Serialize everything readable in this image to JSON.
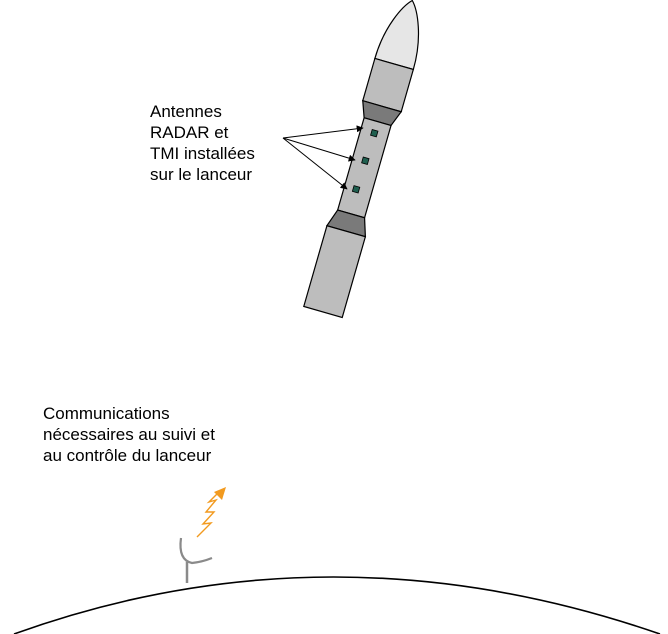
{
  "labels": {
    "antenna_lines": [
      "Antennes",
      "RADAR et",
      "TMI installées",
      "sur le lanceur"
    ],
    "comm_lines": [
      "Communications",
      "nécessaires au suivi et",
      "au contrôle du lanceur"
    ]
  },
  "colors": {
    "rocket_body": "#bdbdbd",
    "rocket_band": "#7a7a7a",
    "nose_cone": "#e6e6e6",
    "antenna_module": "#1f5f4f",
    "signal": "#f29a1f",
    "dish": "#8a8a8a",
    "earth_outline": "#000000"
  }
}
